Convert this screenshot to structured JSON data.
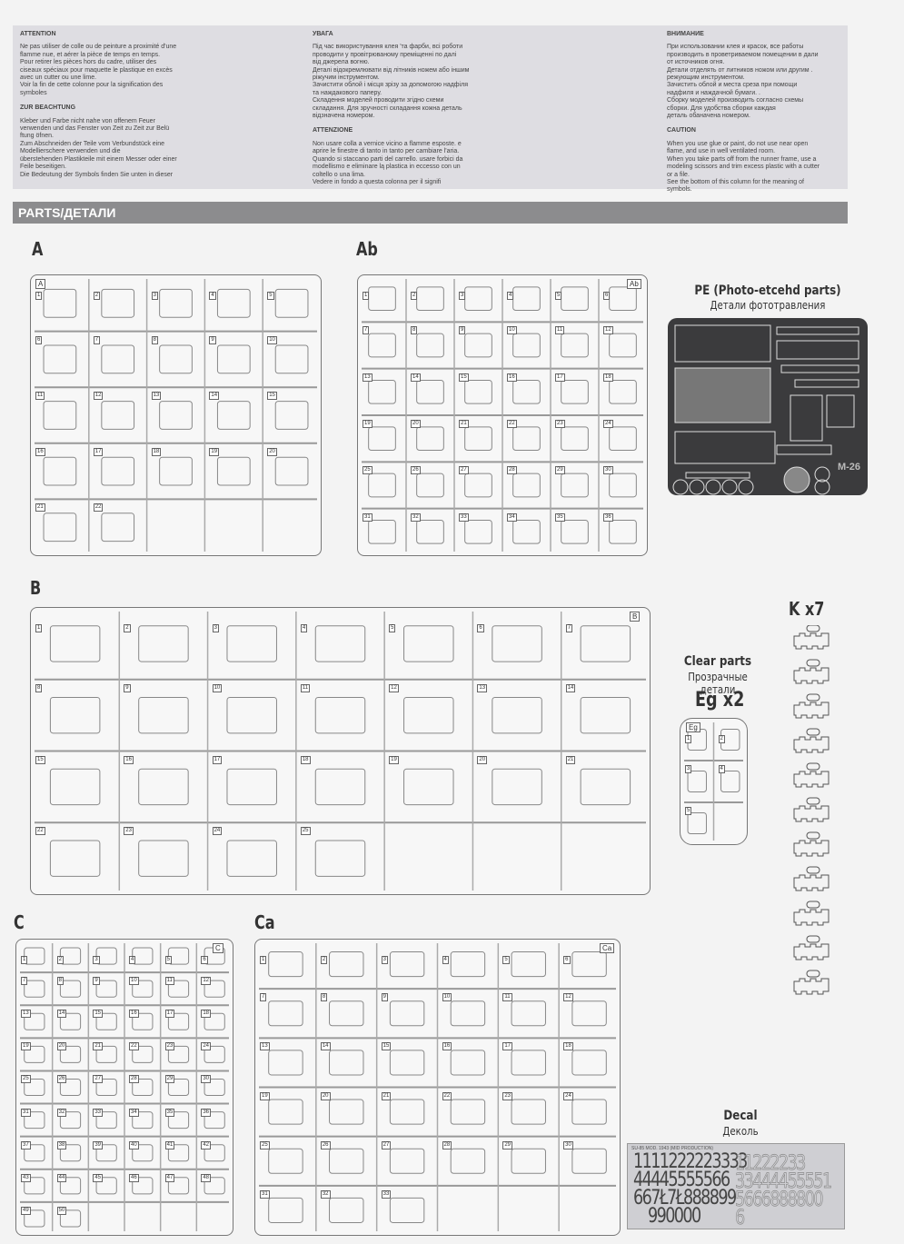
{
  "warnings": [
    {
      "title": "ATTENTION",
      "text": "Ne pas utiliser de colle ou de peinture a proximité d'une\nflamme nue, et aérer la pièce de temps en temps.\nPour retirer les pièces hors du cadre, utiliser des\nciseaux spéciaux pour maquette le plastique en excès\navec un cutter ou une lime.\nVoir la fin de cette colonne pour la signification des\nsymboles"
    },
    {
      "title": "ZUR BEACHTUNG",
      "text": "Kleber und Farbe nicht nahe von offenem Feuer\nverwenden und das Fenster von Zeit zu Zeit zur Belü\nftung öfnen.\nZum Abschneiden  der Teile vom Verbundstück eine\nModellierschere  verwenden  und  die\nüberstehenden Plastikteile mit einem Messer oder einer\nFeile beseitigen.\nDie Bedeutung der Symbols finden Sie unten in dieser"
    },
    {
      "title": "УВАГА",
      "text": "Під час використування клея 'та фарби, всі роботи\nпроводити у провітрюваному  преміщенні по далі\nвід джерела    вогню.\nДеталі відокремлювати від літників ножем або іншим\nріжучим інструментом.\nЗачистити облой і місця зрізу за допомогою надфіля\nта наждакового паперу.\nСкладення моделей проводити згідно  схеми\nскладання. Для зручності складання кожна деталь\nвідзначена номером."
    },
    {
      "title": "ATTENZIONE",
      "text": "Non usare colla a vernice vicino a flamme esposte. e\naprire le finestre di tanto in tanto per cambiare l'aria.\nQuando si staccano parti del carrello. usare forbici da\nmodellismo e eliminare lą plastica in eccesso con un\ncoltello o una lima.\nVedere in fondo a questa colonna per il signifi"
    },
    {
      "title": "ВНИМАНИЕ",
      "text": "При использовании клея и красок, все работы\nпроизводить в проветриваемом помещении в дали\nот источников огня.\nДетали отделять от литников ножом или другим  .\nрежующим инструментом.\nЗачистить облой и места среза при помощи\nнадфиля и наждачной бумаги.  .\nСборку моделей производить согласно схемы\nсборки. Для удобства сборки каждая\nдеталь обаначена номером."
    },
    {
      "title": "CAUTION",
      "text": "When you use glue or paint, do not use near open\nflame, and use in well ventilated room.\nWhen you take parts off from the runner frame, use a\nmodeling scissors and trim excess plastic with a cutter\nor a file.\nSee the bottom of this column for the meaning of\nsymbols."
    }
  ],
  "parts_header": "PARTS/ДЕТАЛИ",
  "sprues": {
    "A": {
      "label": "A",
      "tag": "A",
      "parts": [
        "1",
        "2",
        "3",
        "4",
        "5",
        "6",
        "7",
        "8",
        "9",
        "10",
        "11",
        "12",
        "13",
        "14",
        "15",
        "16",
        "17",
        "18",
        "19",
        "20",
        "21",
        "22"
      ]
    },
    "Ab": {
      "label": "Ab",
      "tag": "Ab",
      "parts": [
        "1",
        "2",
        "3",
        "4",
        "5",
        "6",
        "7",
        "8",
        "9",
        "10",
        "11",
        "12",
        "13",
        "14",
        "15",
        "16",
        "17",
        "18",
        "19",
        "20",
        "21",
        "22",
        "23",
        "24",
        "25",
        "26",
        "27",
        "28",
        "29",
        "30",
        "31",
        "32",
        "33",
        "34",
        "35",
        "36"
      ]
    },
    "B": {
      "label": "B",
      "tag": "B",
      "parts": [
        "1",
        "2",
        "3",
        "4",
        "5",
        "6",
        "7",
        "8",
        "9",
        "10",
        "11",
        "12",
        "13",
        "14",
        "15",
        "16",
        "17",
        "18",
        "19",
        "20",
        "21",
        "22",
        "23",
        "24",
        "25"
      ]
    },
    "C": {
      "label": "C",
      "tag": "C",
      "parts": [
        "1",
        "2",
        "3",
        "4",
        "5",
        "6",
        "7",
        "8",
        "9",
        "10",
        "11",
        "12",
        "13",
        "14",
        "15",
        "16",
        "17",
        "18",
        "19",
        "20",
        "21",
        "22",
        "23",
        "24",
        "25",
        "26",
        "27",
        "28",
        "29",
        "30",
        "31",
        "32",
        "33",
        "34",
        "35",
        "36",
        "37",
        "38",
        "39",
        "40",
        "41",
        "42",
        "43",
        "44",
        "45",
        "46",
        "47",
        "48",
        "49",
        "50"
      ]
    },
    "Ca": {
      "label": "Ca",
      "tag": "Ca",
      "parts": [
        "1",
        "2",
        "3",
        "4",
        "5",
        "6",
        "7",
        "8",
        "9",
        "10",
        "11",
        "12",
        "13",
        "14",
        "15",
        "16",
        "17",
        "18",
        "19",
        "20",
        "21",
        "22",
        "23",
        "24",
        "25",
        "26",
        "27",
        "28",
        "29",
        "30",
        "31",
        "32",
        "33"
      ]
    },
    "Eg": {
      "label": "Eg x2",
      "tag": "Eg",
      "title": "Clear parts",
      "title_ru": "Прозрачные детали",
      "parts": [
        "1",
        "2",
        "3",
        "4",
        "5"
      ]
    },
    "K": {
      "label": "K x7"
    }
  },
  "pe": {
    "title": "PE (Photo-etcehd parts)",
    "title_ru": "Детали фототравления",
    "mark": "M-26"
  },
  "decal": {
    "title": "Decal",
    "title_ru": "Деколь",
    "header": "SU-85 MOD. 1943 (MID PRODUCTION)",
    "rows": [
      "1111222223333",
      "44445555566",
      "667Ł7Ł888899",
      "990000"
    ],
    "outline_rows": [
      "11222233",
      "33444455551",
      "5666888800",
      "6"
    ]
  }
}
